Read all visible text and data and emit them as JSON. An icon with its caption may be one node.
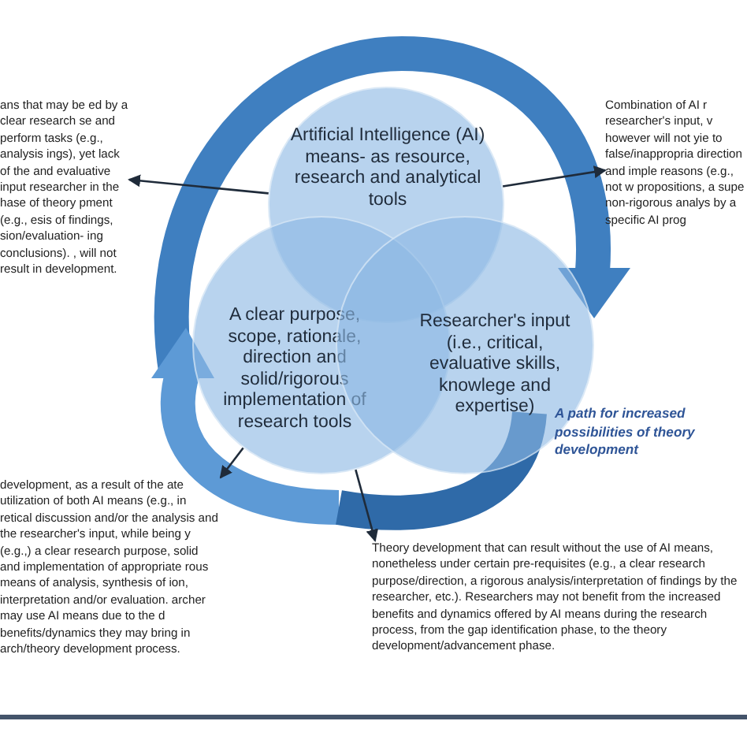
{
  "diagram": {
    "nodes": [
      {
        "text": [
          "Artificial Intelligence (AI) means- as resource, research and analytical tools"
        ]
      },
      {
        "text": [
          "A clear purpose, scope, rationale, direction and solid/rigorous implementation of research tools"
        ]
      },
      {
        "text": [
          "Researcher's input (i.e., critical, evaluative skills, knowlege and expertise)"
        ]
      },
      {
        "text": [
          "ans that may be ed by a clear research se and perform tasks (e.g., analysis ings), yet lack of the and evaluative input researcher in the hase of theory pment (e.g., esis of findings, sion/evaluation- ing conclusions). , will not result in development."
        ]
      },
      {
        "text": [
          "Combination of AI r researcher's input, v however will not yie to false/inappropria direction and imple reasons (e.g., not w propositions, a supe non-rigorous analys by a specific AI prog"
        ]
      },
      {
        "text": [
          "development, as a result of the ate utilization of both AI means (e.g., in retical discussion and/or the analysis and the researcher's input, while being y (e.g.,) a clear research purpose, solid and implementation of appropriate rous means of analysis, synthesis of ion, interpretation and/or evaluation. archer may use AI means due to the d benefits/dynamics they may bring in arch/theory development process."
        ]
      },
      {
        "text": [
          "Theory development that can result without the use of AI means, nonetheless under certain pre-requisites (e.g., a clear research purpose/direction, a rigorous analysis/interpretation of findings by the researcher, etc.). Researchers may not benefit from the increased benefits and dynamics offered by AI means during the research process, from the gap identification phase, to the theory development/advancement phase."
        ]
      }
    ],
    "edges": [
      {
        "from": 0,
        "to": 3,
        "arrow": "to"
      },
      {
        "from": 0,
        "to": 4,
        "arrow": "to"
      },
      {
        "from": 1,
        "to": 5,
        "arrow": "to"
      },
      {
        "from": 1,
        "to": 6,
        "arrow": "to"
      }
    ],
    "labels": [
      "A path for increased possibilities of theory development"
    ]
  }
}
